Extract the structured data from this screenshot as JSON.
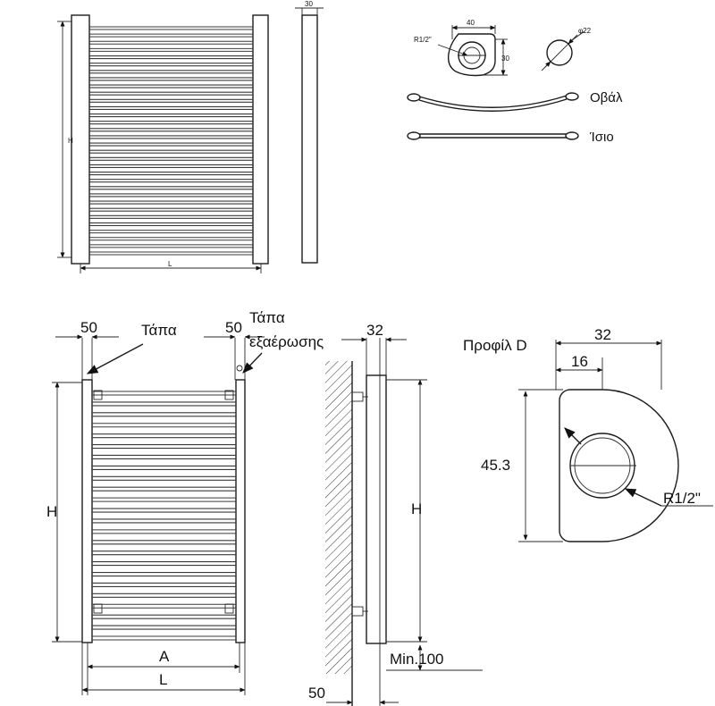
{
  "top": {
    "front_height": "H",
    "front_width": "L",
    "side_depth": "30",
    "flange_width": "40",
    "flange_height": "30",
    "flange_thread": "R1/2\"",
    "tube_diameter": "φ22",
    "variant_oval": "Οβάλ",
    "variant_straight": "Ίσιο"
  },
  "front": {
    "left_offset": "50",
    "right_offset": "50",
    "plug_label": "Τάπα",
    "vent_plug_label_1": "Τάπα",
    "vent_plug_label_2": "εξαέρωσης",
    "height": "H",
    "axis_distance": "A",
    "total_width": "L"
  },
  "side": {
    "depth": "32",
    "height": "H",
    "floor_min": "Min.100",
    "wall_offset": "50"
  },
  "profile": {
    "title": "Προφίλ D",
    "width": "32",
    "half_width": "16",
    "height": "45.3",
    "thread": "R1/2\""
  }
}
